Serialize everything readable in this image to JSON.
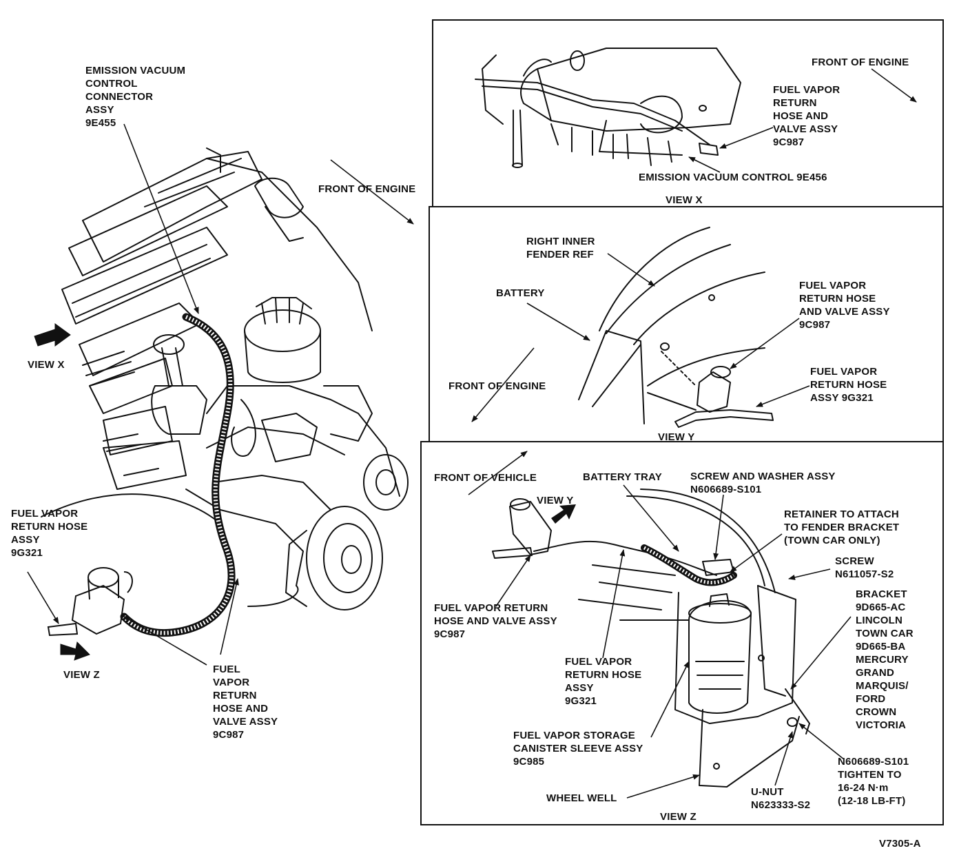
{
  "colors": {
    "ink": "#111111",
    "paper": "#ffffff"
  },
  "main_view": {
    "emission_connector": [
      "EMISSION VACUUM",
      "CONTROL",
      "CONNECTOR",
      "ASSY",
      "9E455"
    ],
    "front_of_engine": "FRONT OF ENGINE",
    "view_x_tag": "VIEW X",
    "fuel_vapor_hose_assy": [
      "FUEL VAPOR",
      "RETURN HOSE",
      "ASSY",
      "9G321"
    ],
    "view_z_tag": "VIEW Z",
    "hose_valve_assy": [
      "FUEL",
      "VAPOR",
      "RETURN",
      "HOSE AND",
      "VALVE ASSY",
      "9C987"
    ]
  },
  "view_x": {
    "front_of_engine": "FRONT OF ENGINE",
    "hose_valve_assy": [
      "FUEL VAPOR",
      "RETURN",
      "HOSE AND",
      "VALVE ASSY",
      "9C987"
    ],
    "emission_control": "EMISSION VACUUM CONTROL 9E456",
    "caption": "VIEW X"
  },
  "view_y": {
    "fender": [
      "RIGHT INNER",
      "FENDER REF"
    ],
    "battery": "BATTERY",
    "hose_valve_assy": [
      "FUEL VAPOR",
      "RETURN HOSE",
      "AND VALVE ASSY",
      "9C987"
    ],
    "front_of_engine": "FRONT OF ENGINE",
    "hose_assy": [
      "FUEL VAPOR",
      "RETURN HOSE",
      "ASSY 9G321"
    ],
    "caption": "VIEW Y"
  },
  "view_z": {
    "front_of_vehicle": "FRONT OF VEHICLE",
    "battery_tray": "BATTERY TRAY",
    "screw_washer": [
      "SCREW AND WASHER ASSY",
      "N606689-S101"
    ],
    "view_y_tag": "VIEW Y",
    "retainer": [
      "RETAINER TO ATTACH",
      "TO FENDER BRACKET",
      "(TOWN CAR ONLY)"
    ],
    "screw": [
      "SCREW",
      "N611057-S2"
    ],
    "bracket": [
      "BRACKET",
      "9D665-AC",
      "LINCOLN",
      "TOWN CAR",
      "9D665-BA",
      "MERCURY",
      "GRAND",
      "MARQUIS/",
      "FORD",
      "CROWN",
      "VICTORIA"
    ],
    "hose_valve_assy": [
      "FUEL VAPOR RETURN",
      "HOSE AND VALVE ASSY",
      "9C987"
    ],
    "hose_assy": [
      "FUEL VAPOR",
      "RETURN HOSE",
      "ASSY",
      "9G321"
    ],
    "canister": [
      "FUEL VAPOR STORAGE",
      "CANISTER SLEEVE ASSY",
      "9C985"
    ],
    "wheel_well": "WHEEL WELL",
    "u_nut": [
      "U-NUT",
      "N623333-S2"
    ],
    "torque": [
      "N606689-S101",
      "TIGHTEN TO",
      "16-24 N·m",
      "(12-18 LB-FT)"
    ],
    "caption": "VIEW Z"
  },
  "figure_id": "V7305-A"
}
